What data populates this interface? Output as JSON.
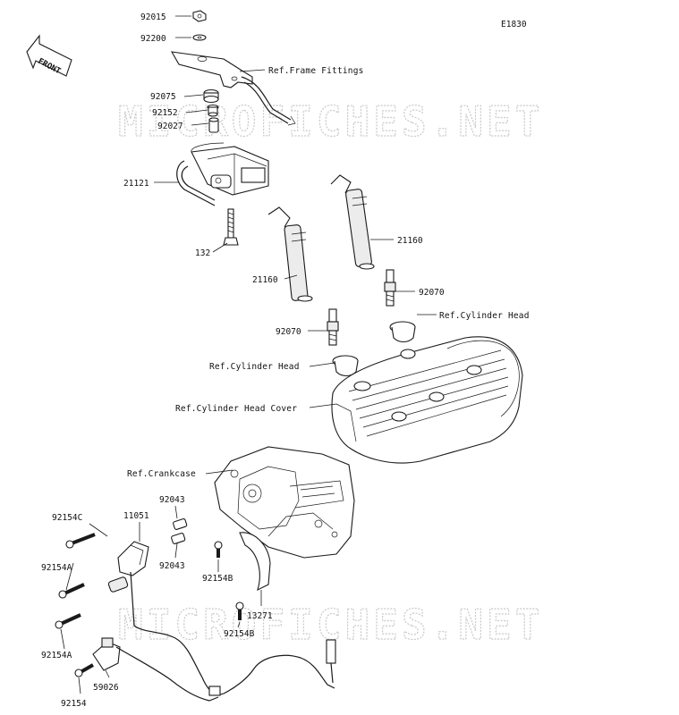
{
  "diagram": {
    "code": "E1830",
    "front_label": "FRONT",
    "watermark": "MICROFICHES.NET",
    "labels": {
      "p92015": "92015",
      "p92200": "92200",
      "p92075": "92075",
      "p92152": "92152",
      "p92027": "92027",
      "p21121": "21121",
      "p132": "132",
      "p21160a": "21160",
      "p21160b": "21160",
      "p92070a": "92070",
      "p92070b": "92070",
      "p92043a": "92043",
      "p92043b": "92043",
      "p11051": "11051",
      "p92154C": "92154C",
      "p92154Aa": "92154A",
      "p92154Ab": "92154A",
      "p92154": "92154",
      "p92154Ba": "92154B",
      "p92154Bb": "92154B",
      "p13271": "13271",
      "p59026": "59026"
    },
    "refs": {
      "frame_fittings": "Ref.Frame Fittings",
      "cylinder_head_right": "Ref.Cylinder Head",
      "cylinder_head_left": "Ref.Cylinder Head",
      "cylinder_head_cover": "Ref.Cylinder Head Cover",
      "crankcase": "Ref.Crankcase"
    }
  }
}
